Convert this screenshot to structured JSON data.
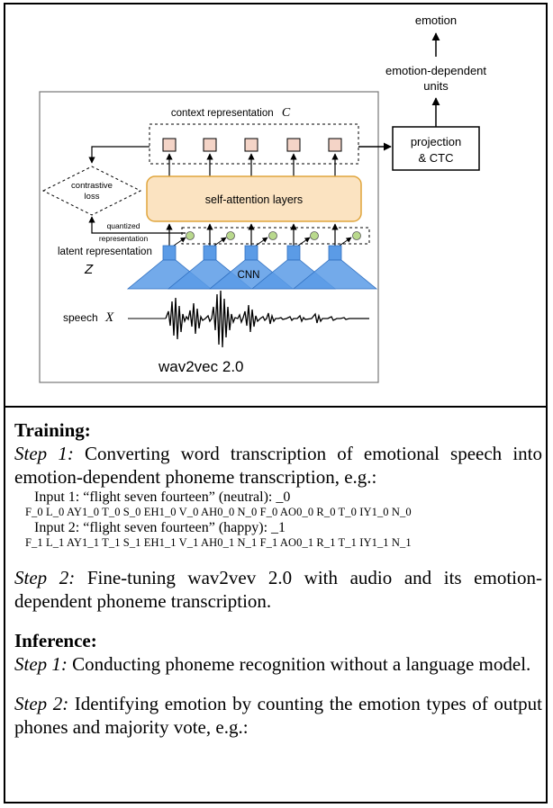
{
  "diagram": {
    "output_label": "emotion",
    "units_label_line1": "emotion-dependent",
    "units_label_line2": "units",
    "projection_line1": "projection",
    "projection_line2": "& CTC",
    "context_label": "context representation",
    "context_symbol": "C",
    "contrastive_line1": "contrastive",
    "contrastive_line2": "loss",
    "self_attention_label": "self-attention layers",
    "quantized_line1": "quantized",
    "quantized_line2": "representation",
    "latent_label": "latent  representation",
    "latent_symbol": "Z",
    "cnn_label": "CNN",
    "speech_label": "speech",
    "speech_symbol": "X",
    "model_label": "wav2vec 2.0",
    "colors": {
      "attention_fill": "#fbe3c1",
      "attention_stroke": "#e0a53c",
      "context_cell_fill": "#f4d4c7",
      "cnn_fill": "#5b9be6",
      "quantized_dot": "#b9d98d"
    }
  },
  "text": {
    "training_heading": "Training:",
    "step1_label": "Step 1:",
    "step1_text": " Converting word transcription of emotional speech into emotion-dependent phoneme transcription, e.g.:",
    "input1": "Input 1: “flight seven fourteen” (neutral):  _0",
    "input1_phones": "F_0 L_0 AY1_0 T_0 S_0 EH1_0 V_0 AH0_0 N_0 F_0 AO0_0 R_0 T_0 IY1_0 N_0",
    "input2": "Input 2: “flight seven fourteen” (happy):  _1",
    "input2_phones": "F_1 L_1 AY1_1 T_1 S_1 EH1_1 V_1 AH0_1 N_1 F_1 AO0_1 R_1 T_1 IY1_1 N_1",
    "step2_label": "Step 2:",
    "step2_text": " Fine-tuning wav2vev 2.0 with audio and its emotion-dependent phoneme transcription.",
    "inference_heading": "Inference:",
    "inf_step1_label": "Step 1:",
    "inf_step1_text": " Conducting phoneme recognition without a language model.",
    "inf_step2_label": "Step 2:",
    "inf_step2_text": " Identifying emotion by counting the emotion types of output phones and majority vote, e.g.:"
  }
}
